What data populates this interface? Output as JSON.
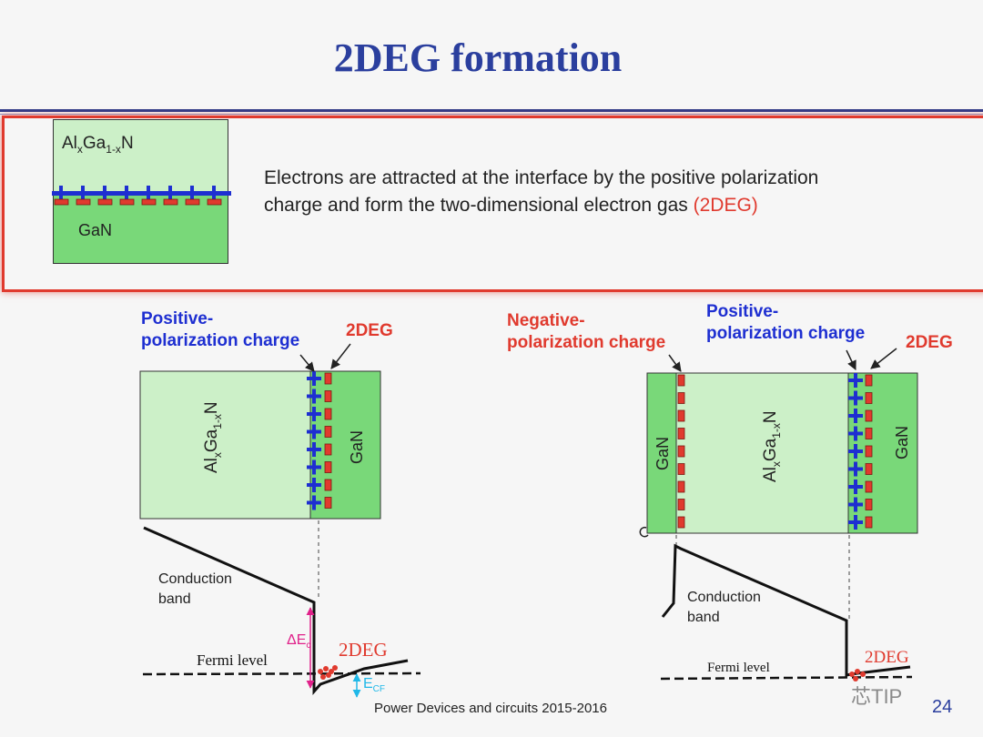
{
  "title": "2DEG formation",
  "top_box": {
    "layer_top_label": "AlxGa1-xN",
    "layer_bottom_label": "GaN",
    "explanation_main": "Electrons are attracted at the interface by the positive polarization",
    "explanation_line2": "charge and form the two-dimensional electron gas",
    "explanation_highlight": "(2DEG)"
  },
  "left_diagram": {
    "positive_label_line1": "Positive-",
    "positive_label_line2": "polarization charge",
    "twodeg_label": "2DEG",
    "algan_label": "AlxGa1-xN",
    "gan_label": "GaN",
    "conduction_line1": "Conduction",
    "conduction_line2": "band",
    "delta_ec": "ΔEc",
    "twodeg_band_label": "2DEG",
    "fermi_label": "Fermi level",
    "ecf_label": "ECF"
  },
  "right_diagram": {
    "negative_label_line1": "Negative-",
    "negative_label_line2": "polarization charge",
    "positive_label_line1": "Positive-",
    "positive_label_line2": "polarization charge",
    "twodeg_label": "2DEG",
    "gan_left_label": "GaN",
    "algan_label": "AlxGa1-xN",
    "gan_right_label": "GaN",
    "conduction_line1": "Conduction",
    "conduction_line2": "band",
    "fermi_label": "Fermi level",
    "twodeg_band_label": "2DEG"
  },
  "footer": "Power Devices and circuits 2015-2016",
  "page_number": "24",
  "watermark": "芯TIP",
  "colors": {
    "title": "#2b3f9e",
    "light_green": "#ccf0c8",
    "gan_green": "#79d879",
    "positive_charge": "#1e2fd1",
    "negative_charge": "#e03a2e",
    "delta_ec_arrow": "#e0218a",
    "ecf_arrow": "#20b8e8"
  }
}
